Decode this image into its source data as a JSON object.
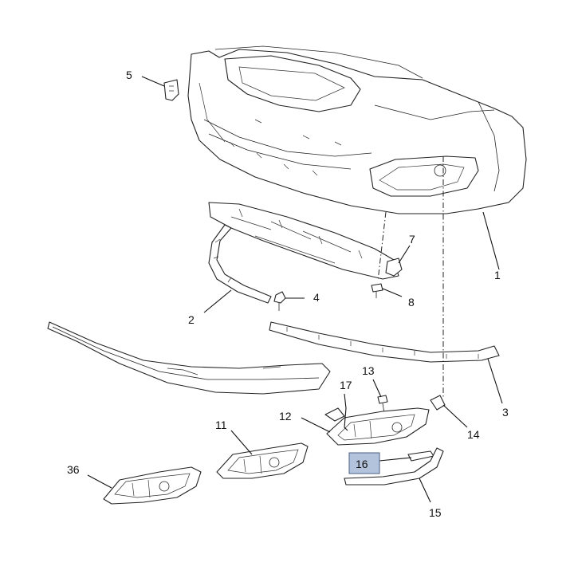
{
  "callouts": [
    {
      "id": "1",
      "label": "1"
    },
    {
      "id": "2",
      "label": "2"
    },
    {
      "id": "3",
      "label": "3"
    },
    {
      "id": "4",
      "label": "4"
    },
    {
      "id": "5",
      "label": "5"
    },
    {
      "id": "7",
      "label": "7"
    },
    {
      "id": "8",
      "label": "8"
    },
    {
      "id": "11",
      "label": "11"
    },
    {
      "id": "12",
      "label": "12"
    },
    {
      "id": "13",
      "label": "13"
    },
    {
      "id": "14",
      "label": "14"
    },
    {
      "id": "15",
      "label": "15"
    },
    {
      "id": "16",
      "label": "16"
    },
    {
      "id": "17",
      "label": "17"
    },
    {
      "id": "36",
      "label": "36"
    }
  ],
  "highlighted_callout": "16",
  "colors": {
    "highlight_fill": "#b3c3dc",
    "line": "#222222",
    "background": "#ffffff"
  }
}
